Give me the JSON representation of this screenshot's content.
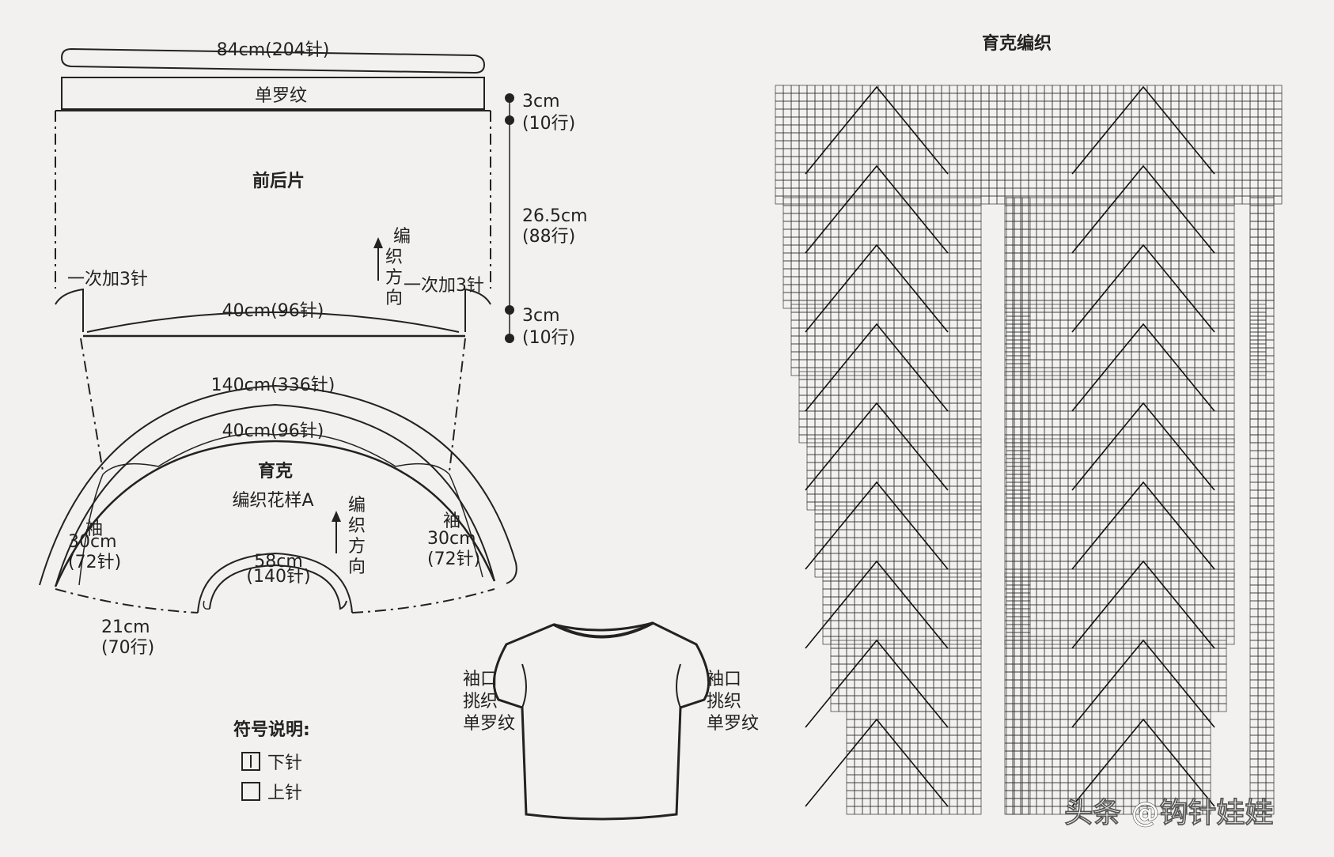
{
  "body_panel": {
    "width_label": "84cm(204针)",
    "ribbing_label": "单罗纹",
    "name": "前后片",
    "direction_label": [
      "编",
      "织",
      "方",
      "向"
    ],
    "increase_left": "一次加3针",
    "increase_right": "一次加3针",
    "bottom_label": "40cm(96针)",
    "dim_top_cm": "3cm",
    "dim_top_rows": "(10行)",
    "dim_mid_cm": "26.5cm",
    "dim_mid_rows": "(88行)",
    "dim_bot_cm": "3cm",
    "dim_bot_rows": "(10行)"
  },
  "yoke": {
    "outer_label": "140cm(336针)",
    "inner_label": "40cm(96针)",
    "name": "育克",
    "pattern_label": "编织花样A",
    "direction_label": [
      "编",
      "织",
      "方",
      "向"
    ],
    "sleeve_left": [
      "袖",
      "30cm",
      "(72针)"
    ],
    "sleeve_right": [
      "袖",
      "30cm",
      "(72针)"
    ],
    "neck_cm": "58cm",
    "neck_st": "(140针)",
    "depth_cm": "21cm",
    "depth_rows": "(70行)"
  },
  "tshirt": {
    "left_label": [
      "袖口",
      "挑织",
      "单罗纹"
    ],
    "right_label": [
      "袖口",
      "挑织",
      "单罗纹"
    ]
  },
  "legend": {
    "title": "符号说明:",
    "items": [
      {
        "symbol": "knit",
        "label": "下针"
      },
      {
        "symbol": "purl",
        "label": "上针"
      }
    ]
  },
  "chart": {
    "title": "育克编织"
  },
  "watermark": "头条 @钩针娃娃"
}
